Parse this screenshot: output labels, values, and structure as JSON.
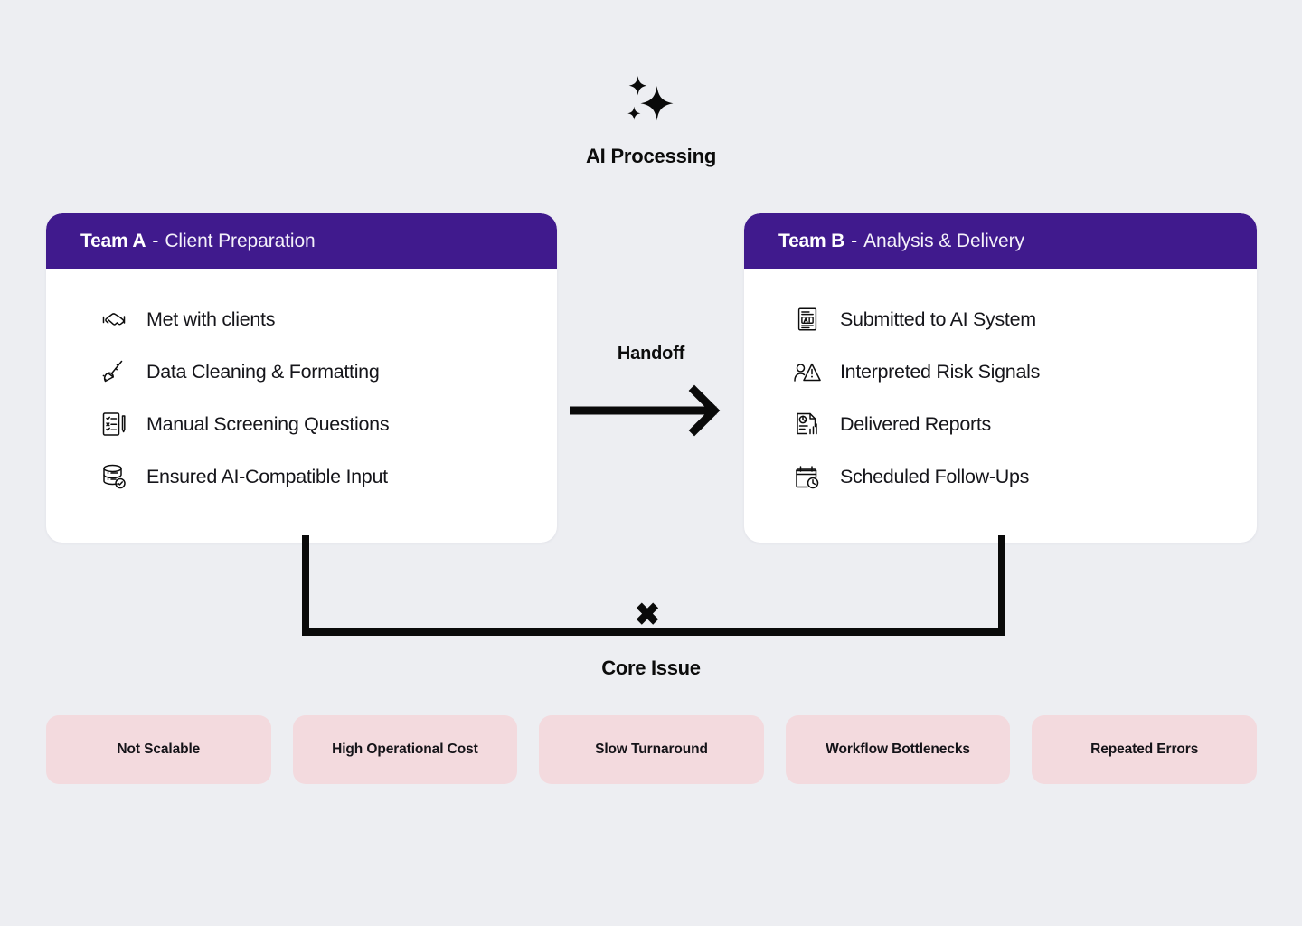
{
  "colors": {
    "background": "#edeef2",
    "card_surface": "#ffffff",
    "header_purple": "#401a8d",
    "chip_pink": "#f3dade",
    "ink": "#111111"
  },
  "ai_processing": {
    "icon": "sparkles-icon",
    "label": "AI Processing"
  },
  "teams": [
    {
      "id": "team-a",
      "name": "Team A",
      "separator": "-",
      "subtitle": "Client Preparation",
      "items": [
        {
          "icon": "handshake-icon",
          "label": "Met with clients"
        },
        {
          "icon": "broom-cleaning-icon",
          "label": "Data Cleaning & Formatting"
        },
        {
          "icon": "checklist-pencil-icon",
          "label": "Manual Screening Questions"
        },
        {
          "icon": "database-check-icon",
          "label": "Ensured AI-Compatible Input"
        }
      ]
    },
    {
      "id": "team-b",
      "name": "Team B",
      "separator": "-",
      "subtitle": "Analysis & Delivery",
      "items": [
        {
          "icon": "ai-document-icon",
          "label": "Submitted to AI System"
        },
        {
          "icon": "person-warning-icon",
          "label": "Interpreted Risk Signals"
        },
        {
          "icon": "report-chart-icon",
          "label": "Delivered Reports"
        },
        {
          "icon": "calendar-clock-icon",
          "label": "Scheduled Follow-Ups"
        }
      ]
    }
  ],
  "handoff": {
    "label": "Handoff",
    "icon": "right-arrow-icon"
  },
  "core_issue": {
    "label": "Core Issue",
    "marker": "✖",
    "marker_icon": "cross-mark-icon"
  },
  "issues": [
    {
      "label": "Not Scalable"
    },
    {
      "label": "High Operational Cost"
    },
    {
      "label": "Slow Turnaround"
    },
    {
      "label": "Workflow Bottlenecks"
    },
    {
      "label": "Repeated Errors"
    }
  ]
}
